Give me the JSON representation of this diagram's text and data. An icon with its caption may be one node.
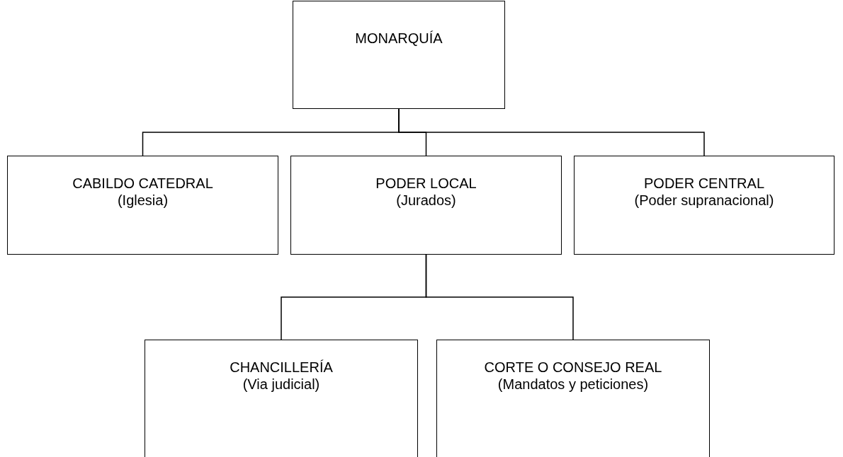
{
  "diagram": {
    "nodes": [
      {
        "text": [
          "MONARQUÍA"
        ]
      },
      {
        "text": [
          "CABILDO CATEDRAL",
          "(Iglesia)"
        ]
      },
      {
        "text": [
          "PODER LOCAL",
          "(Jurados)"
        ]
      },
      {
        "text": [
          "PODER CENTRAL",
          "(Poder supranacional)"
        ]
      },
      {
        "text": [
          "CHANCILLERÍA",
          "(Via judicial)"
        ]
      },
      {
        "text": [
          "CORTE O CONSEJO REAL",
          "(Mandatos y peticiones)"
        ]
      }
    ],
    "edges": [
      {
        "from": 0,
        "to": 1,
        "arrow": "none"
      },
      {
        "from": 0,
        "to": 2,
        "arrow": "none"
      },
      {
        "from": 0,
        "to": 3,
        "arrow": "none"
      },
      {
        "from": 2,
        "to": 4,
        "arrow": "none"
      },
      {
        "from": 2,
        "to": 5,
        "arrow": "none"
      }
    ]
  }
}
